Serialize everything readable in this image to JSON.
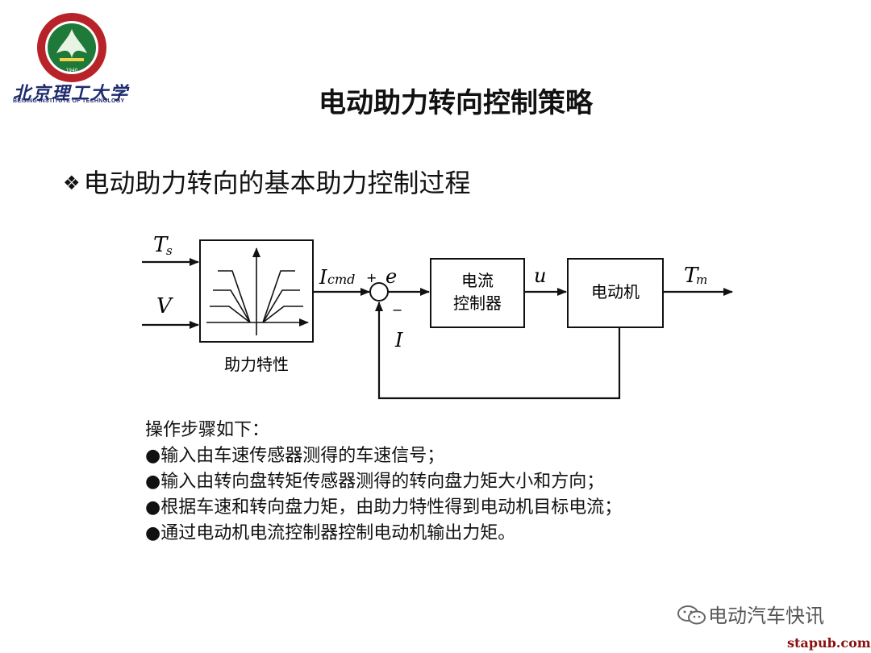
{
  "logo": {
    "name": "北京理工大学",
    "english": "BEIJING INSTITUTE OF TECHNOLOGY",
    "year": "1940"
  },
  "title": "电动助力转向控制策略",
  "subtitle": "电动助力转向的基本助力控制过程",
  "subtitle_icon": "diamond-bullet-icon",
  "diagram": {
    "input_torque": "T",
    "input_torque_sub": "s",
    "input_speed": "V",
    "assist_label": "助力特性",
    "cmd_label": "I",
    "cmd_sub": "cmd",
    "plus": "+",
    "minus": "−",
    "error": "e",
    "feedback": "I",
    "controller_line1": "电流",
    "controller_line2": "控制器",
    "control_signal": "u",
    "motor": "电动机",
    "output": "T",
    "output_sub": "m"
  },
  "steps": {
    "heading": "操作步骤如下：",
    "items": [
      "●输入由车速传感器测得的车速信号；",
      "●输入由转向盘转矩传感器测得的转向盘力矩大小和方向；",
      "●根据车速和转向盘力矩，由助力特性得到电动机目标电流；",
      "●通过电动机电流控制器控制电动机输出力矩。"
    ]
  },
  "watermark": {
    "wechat_icon": "wechat-icon",
    "wechat_text": "电动汽车快讯",
    "site": "stapub.com"
  }
}
